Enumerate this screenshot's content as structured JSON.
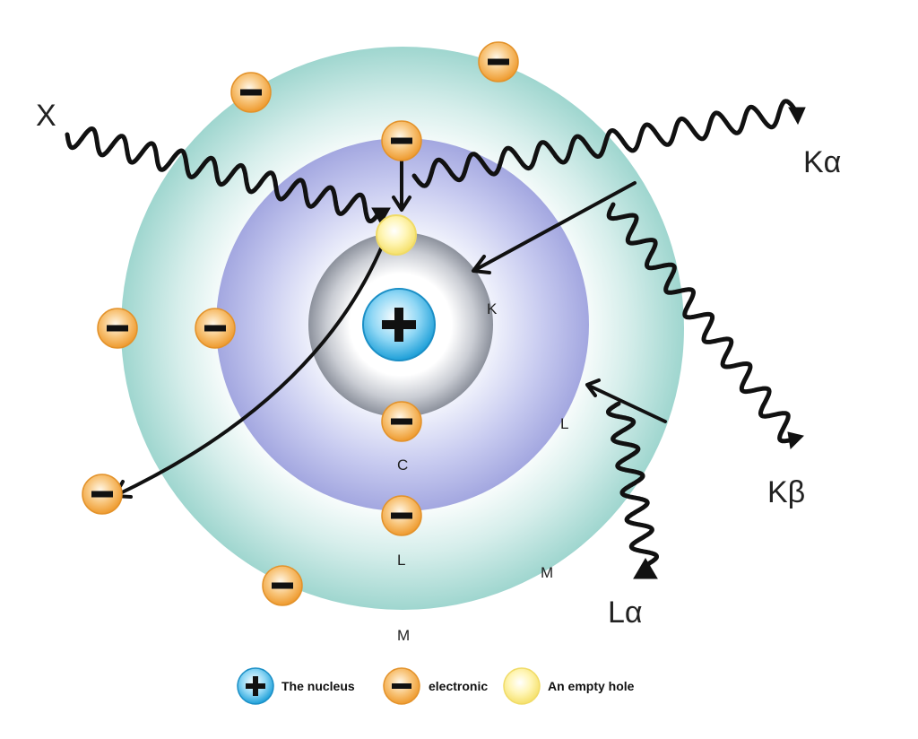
{
  "shells": {
    "inner_label": "K",
    "middle_label": "L",
    "outer_label": "M",
    "bottom_inner_label": "C",
    "bottom_middle_label": "L",
    "bottom_outer_label": "M"
  },
  "nucleus": {
    "symbol": "+"
  },
  "electron": {
    "symbol": "−"
  },
  "radiation": {
    "incident": "X",
    "k_alpha": "Kα",
    "k_beta": "Kβ",
    "l_alpha": "Lα"
  },
  "legend": {
    "nucleus_label": "The nucleus",
    "electron_label": "electronic",
    "hole_label": "An empty hole"
  },
  "colors": {
    "outer_shell": "#a8dcd6",
    "middle_shell": "#a4a8e2",
    "inner_shell": "#9aa0ab",
    "nucleus": "#2aa7df",
    "electron": "#f2a640",
    "hole": "#fbeb7a"
  }
}
